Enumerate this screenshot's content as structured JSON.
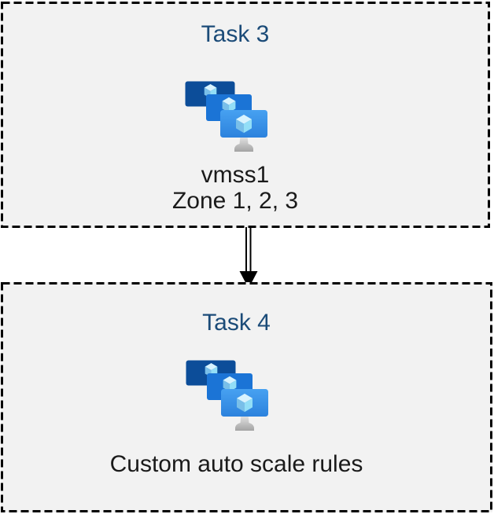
{
  "diagram": {
    "boxes": [
      {
        "title": "Task 3",
        "icon": "vm-scale-sets-icon",
        "labels": [
          "vmss1",
          "Zone 1, 2, 3"
        ]
      },
      {
        "title": "Task 4",
        "icon": "vm-scale-sets-icon",
        "labels": [
          "Custom auto scale rules"
        ]
      }
    ],
    "connector": {
      "style": "double-line-arrow",
      "direction": "down"
    }
  },
  "colors": {
    "background": "#ffffff",
    "box_fill": "#f2f2f2",
    "box_border": "#000000",
    "title_text": "#1b4b78",
    "label_text": "#1a1a1a",
    "arrow": "#000000",
    "icon_monitor_back": "#0c4d99",
    "icon_monitor_mid": "#1b74d6",
    "icon_monitor_front_top": "#47a1f1",
    "icon_monitor_front_bottom": "#2c82dd",
    "icon_cube_top": "#d8f3fe",
    "icon_cube_left": "#79bfe9",
    "icon_cube_right": "#92def7",
    "icon_stand_top": "#e6e6e6",
    "icon_stand_bottom": "#a3a3a3"
  }
}
